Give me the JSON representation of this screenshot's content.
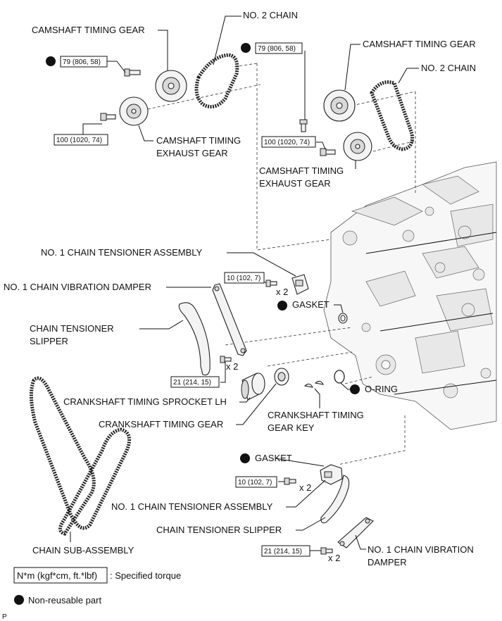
{
  "labels": {
    "cam_gear_left": "CAMSHAFT TIMING GEAR",
    "chain2_left": "NO. 2 CHAIN",
    "cam_gear_right": "CAMSHAFT TIMING GEAR",
    "chain2_right": "NO. 2 CHAIN",
    "exh_gear_left_1": "CAMSHAFT TIMING",
    "exh_gear_left_2": "EXHAUST GEAR",
    "exh_gear_right_1": "CAMSHAFT TIMING",
    "exh_gear_right_2": "EXHAUST GEAR",
    "tensioner_assy_upper": "NO. 1 CHAIN TENSIONER ASSEMBLY",
    "vib_damper_upper": "NO. 1 CHAIN VIBRATION DAMPER",
    "gasket_upper": "GASKET",
    "tensioner_slipper_upper_1": "CHAIN TENSIONER",
    "tensioner_slipper_upper_2": "SLIPPER",
    "sprocket_lh": "CRANKSHAFT TIMING SPROCKET LH",
    "oring": "O-RING",
    "crank_gear": "CRANKSHAFT TIMING GEAR",
    "gear_key_1": "CRANKSHAFT TIMING",
    "gear_key_2": "GEAR KEY",
    "gasket_lower": "GASKET",
    "tensioner_assy_lower": "NO. 1 CHAIN TENSIONER ASSEMBLY",
    "tensioner_slipper_lower": "CHAIN TENSIONER SLIPPER",
    "chain_sub": "CHAIN SUB-ASSEMBLY",
    "vib_damper_lower_1": "NO. 1 CHAIN VIBRATION",
    "vib_damper_lower_2": "DAMPER"
  },
  "torques": {
    "t_left_79": "79 (806, 58)",
    "t_right_79": "79 (806, 58)",
    "t_left_100": "100 (1020, 74)",
    "t_right_100": "100 (1020, 74)",
    "t_upper_10": "10 (102, 7)",
    "t_upper_21": "21 (214, 15)",
    "t_lower_10": "10 (102, 7)",
    "t_lower_21": "21 (214, 15)"
  },
  "quantities": {
    "q_upper_10": "x 2",
    "q_upper_21": "x 2",
    "q_lower_10": "x 2",
    "q_lower_21": "x 2"
  },
  "legend": {
    "torque_box": "N*m (kgf*cm, ft.*lbf)",
    "torque_text": ": Specified torque",
    "nonreusable_text": "Non-reusable part"
  },
  "corner_mark": "P"
}
